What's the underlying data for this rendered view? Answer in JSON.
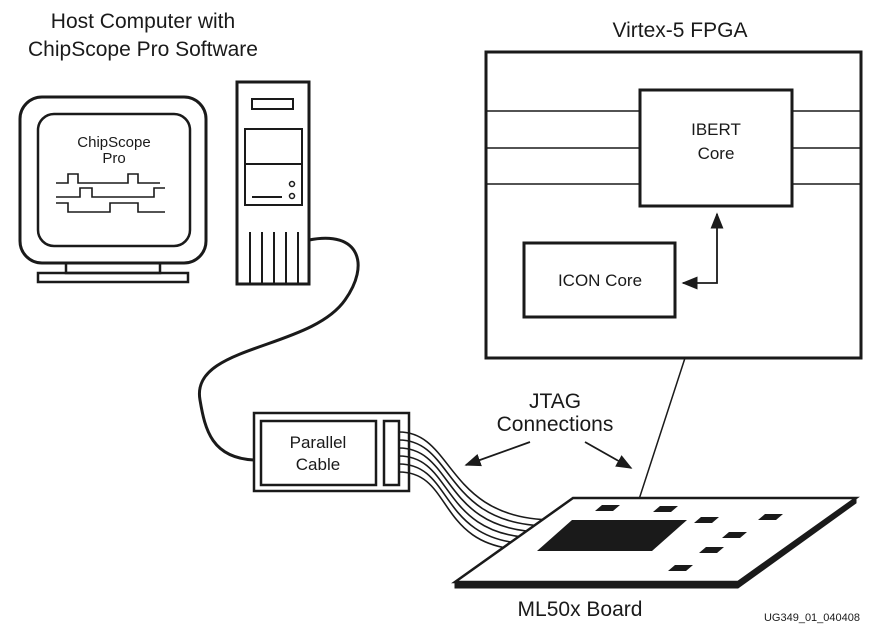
{
  "host": {
    "title_line1": "Host Computer with",
    "title_line2": "ChipScope Pro Software",
    "screen_line1": "ChipScope",
    "screen_line2": "Pro"
  },
  "fpga": {
    "title": "Virtex-5 FPGA",
    "ibert_line1": "IBERT",
    "ibert_line2": "Core",
    "icon_core": "ICON Core"
  },
  "cable": {
    "line1": "Parallel",
    "line2": "Cable"
  },
  "jtag": {
    "line1": "JTAG",
    "line2": "Connections"
  },
  "board": {
    "label": "ML50x Board"
  },
  "figure_id": "UG349_01_040408"
}
